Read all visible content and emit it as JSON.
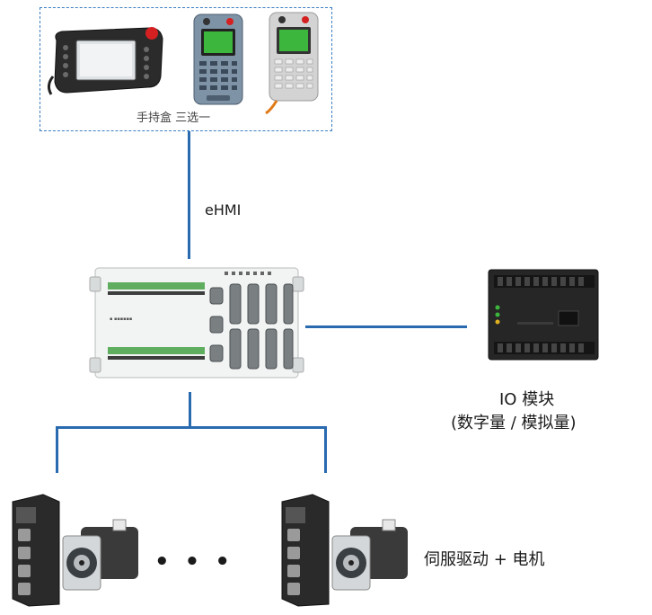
{
  "pendant_group": {
    "caption": "手持盒 三选一"
  },
  "links": {
    "ehmi_label": "eHMI"
  },
  "io_module": {
    "title": "IO 模块",
    "subtitle": "(数字量 / 模拟量)"
  },
  "servo": {
    "label": "伺服驱动 + 电机",
    "ellipsis": "• • •"
  },
  "colors": {
    "link": "#2a6bb0",
    "dashed_border": "#3d7fc4",
    "estop_red": "#d42020",
    "screen_green": "#3db63d"
  }
}
